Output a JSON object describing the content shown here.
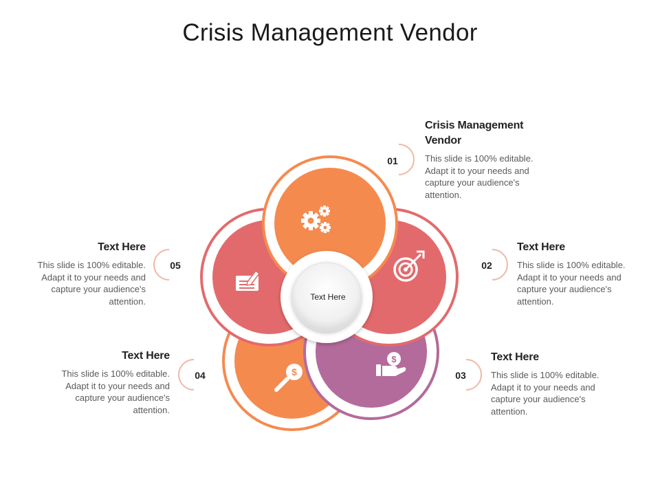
{
  "title": "Crisis Management Vendor",
  "center": {
    "label": "Text Here"
  },
  "colors": {
    "orange": "#f58a4f",
    "coral": "#e36a6c",
    "purple": "#b36b9b",
    "arc": "#f1b9a7"
  },
  "items": [
    {
      "num": "01",
      "title": "Crisis Management Vendor",
      "body": "This slide is 100% editable. Adapt it to your needs and capture your audience's attention.",
      "icon": "gears-icon"
    },
    {
      "num": "02",
      "title": "Text Here",
      "body": "This slide is 100% editable. Adapt it to your needs and capture your audience's attention.",
      "icon": "target-icon"
    },
    {
      "num": "03",
      "title": "Text Here",
      "body": "This slide is 100% editable. Adapt it to your needs and capture your audience's attention.",
      "icon": "money-hand-icon"
    },
    {
      "num": "04",
      "title": "Text Here",
      "body": "This slide is 100% editable. Adapt it to your needs and capture your audience's attention.",
      "icon": "dollar-search-icon"
    },
    {
      "num": "05",
      "title": "Text Here",
      "body": "This slide is 100% editable. Adapt it to your needs and capture your audience's attention.",
      "icon": "signature-icon"
    }
  ]
}
